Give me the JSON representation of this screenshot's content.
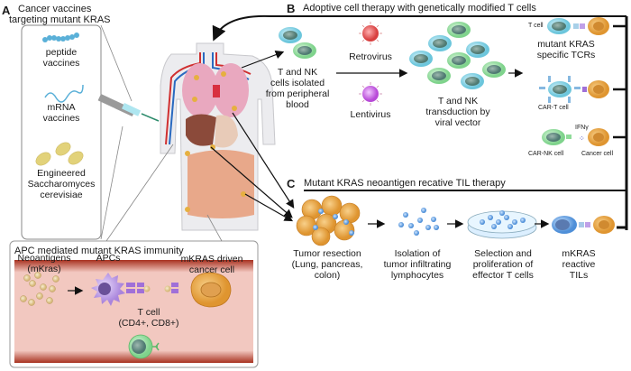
{
  "panel_a": {
    "letter": "A",
    "title_line1": "Cancer vaccines",
    "title_line2": "targeting mutant KRAS",
    "items": [
      {
        "icon": "peptide-chain-icon",
        "line1": "peptide",
        "line2": "vaccines"
      },
      {
        "icon": "mrna-strand-icon",
        "line1": "mRNA",
        "line2": "vaccines"
      },
      {
        "icon": "yeast-cells-icon",
        "line1": "Engineered",
        "line2": "Saccharomyces",
        "line3": "cerevisiae"
      }
    ]
  },
  "apc_box": {
    "title": "APC mediated mutant KRAS immunity",
    "neoantigens_line1": "Neoantigens",
    "neoantigens_line2": "(mKras)",
    "apcs": "APCs",
    "cancer_line1": "mKRAS driven",
    "cancer_line2": "cancer cell",
    "tcell_line1": "T cell",
    "tcell_line2": "(CD4+, CD8+)"
  },
  "panel_b": {
    "letter": "B",
    "title": "Adoptive cell therapy with genetically modified T cells",
    "isolated_line1": "T and NK",
    "isolated_line2": "cells isolated",
    "isolated_line3": "from peripheral",
    "isolated_line4": "blood",
    "retrovirus": "Retrovirus",
    "lentivirus": "Lentivirus",
    "transduction_line1": "T and NK",
    "transduction_line2": "transduction by",
    "transduction_line3": "viral vector",
    "tcell_label": "T cell",
    "tcr_line1": "mutant KRAS",
    "tcr_line2": "specific TCRs",
    "cart_label": "CAR-T cell",
    "ifn_label": "IFNγ",
    "carnk_label": "CAR-NK cell",
    "cancer_label": "Cancer cell"
  },
  "panel_c": {
    "letter": "C",
    "title": "Mutant KRAS neoantigen recative TIL therapy",
    "steps": [
      {
        "line1": "Tumor resection",
        "line2": "(Lung, pancreas,",
        "line3": "colon)"
      },
      {
        "line1": "Isolation of",
        "line2": "tumor infiltrating",
        "line3": "lymphocytes"
      },
      {
        "line1": "Selection and",
        "line2": "proliferation of",
        "line3": "effector T cells"
      },
      {
        "line1": "mKRAS",
        "line2": "reactive",
        "line3": "TILs"
      }
    ]
  },
  "colors": {
    "tcell_blue": "#7fd0e0",
    "nk_green": "#8fdc9a",
    "cancer_orange": "#e8a040",
    "apc_purple": "#b58ee0",
    "receptor_purple": "#a070d8",
    "vessel_red": "#b03a28",
    "retrovirus_red": "#e05050",
    "lentivirus_purple": "#c060e0"
  }
}
